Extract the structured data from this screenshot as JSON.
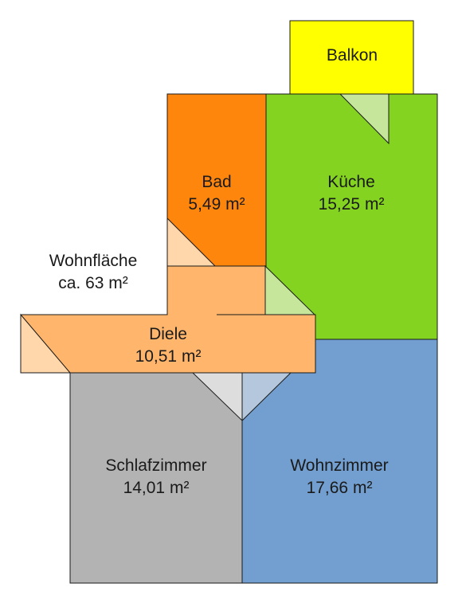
{
  "plan": {
    "total": {
      "line1": "Wohnfläche",
      "line2": "ca. 63 m²"
    },
    "rooms": {
      "balkon": {
        "name": "Balkon",
        "area": ""
      },
      "bad": {
        "name": "Bad",
        "area": "5,49 m²"
      },
      "kueche": {
        "name": "Küche",
        "area": "15,25 m²"
      },
      "diele": {
        "name": "Diele",
        "area": "10,51 m²"
      },
      "schlafzimmer": {
        "name": "Schlafzimmer",
        "area": "14,01 m²"
      },
      "wohnzimmer": {
        "name": "Wohnzimmer",
        "area": "17,66 m²"
      }
    },
    "colors": {
      "balkon": "#ffff00",
      "bad": "#ff860d",
      "kueche": "#83d320",
      "diele": "#ffb66c",
      "schlafzimmer": "#b3b3b3",
      "wohnzimmer": "#729fcf",
      "door_light_orange": "#ffd7aa",
      "door_light_green": "#c6e69b",
      "door_light_gray": "#dddddd",
      "door_light_blue": "#b4c7dc",
      "outline": "#1a1a1a"
    }
  }
}
